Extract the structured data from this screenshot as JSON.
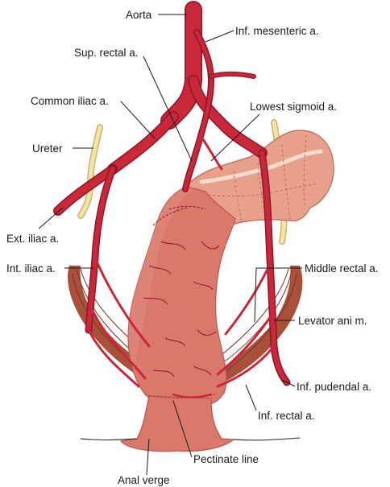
{
  "labels": {
    "aorta": "Aorta",
    "inf_mesenteric": "Inf. mesenteric a.",
    "sup_rectal": "Sup. rectal a.",
    "common_iliac": "Common iliac a.",
    "lowest_sigmoid": "Lowest sigmoid a.",
    "ureter": "Ureter",
    "ext_iliac": "Ext. iliac a.",
    "int_iliac": "Int. iliac a.",
    "middle_rectal": "Middle rectal a.",
    "levator_ani": "Levator ani m.",
    "inf_pudendal": "Inf. pudendal a.",
    "inf_rectal": "Inf. rectal a.",
    "pectinate_line": "Pectinate line",
    "anal_verge": "Anal verge"
  },
  "colors": {
    "artery": "#c8283a",
    "artery_dark": "#8e1626",
    "rectum": "#d9786b",
    "rectum_shade": "#c55a4e",
    "sigmoid": "#e7a08c",
    "muscle": "#a8503a",
    "ureter": "#f3e3a6"
  }
}
